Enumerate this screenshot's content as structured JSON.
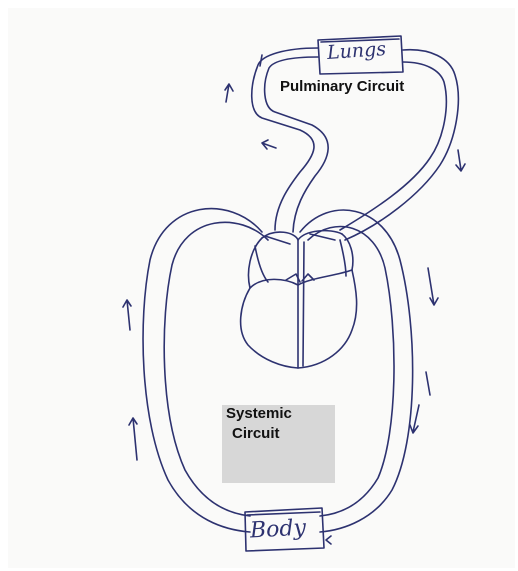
{
  "diagram": {
    "title": "",
    "labels": {
      "lungs": "Lungs",
      "body": "Body",
      "pulmonary": "Pulminary Circuit",
      "systemic_line1": "Systemic",
      "systemic_line2": "Circuit"
    },
    "colors": {
      "ink": "#2d3270",
      "paper": "#fafaf9",
      "label_box": "#d7d7d7"
    }
  }
}
